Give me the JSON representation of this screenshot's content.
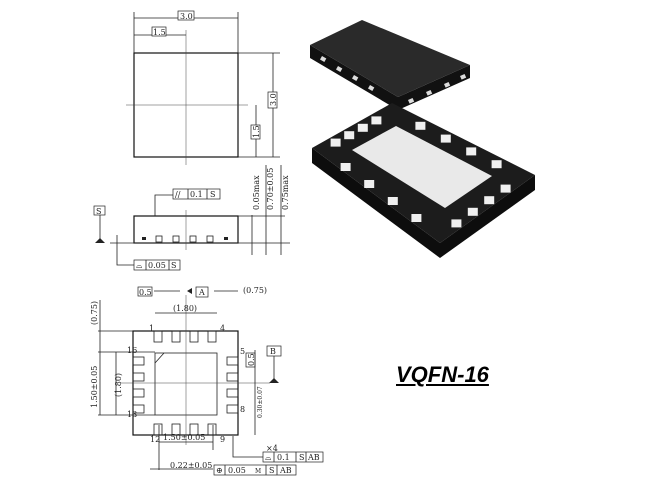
{
  "package_name": "VQFN-16",
  "top_view": {
    "width": "3.0",
    "half_width": "1.5",
    "height": "3.0",
    "half_height": "1.5"
  },
  "side_view": {
    "datum": "S",
    "parallelism": {
      "symbol": "//",
      "value": "0.1",
      "datum": "S"
    },
    "flatness": {
      "value": "0.05",
      "datum": "S"
    },
    "standoff": "0.05max",
    "body_thickness": "0.70±0.05",
    "max_height": "0.75max"
  },
  "bottom_view": {
    "pitch": "0.5",
    "datum_a": "A",
    "datum_b": "B",
    "edge_top": "(0.75)",
    "edge_left": "(0.75)",
    "pad_span_x": "(1.80)",
    "pad_span_y": "(1.80)",
    "epad_height": "1.50±0.05",
    "epad_width": "1.50±0.05",
    "lead_width": "0.22±0.05",
    "lead_length": "0.30±0.07",
    "pitch_right": "0.5",
    "pin_labels": [
      "1",
      "4",
      "5",
      "8",
      "9",
      "12",
      "13",
      "16"
    ],
    "count": "×4",
    "profile_tol": {
      "value": "0.1",
      "d1": "S",
      "d2": "AB"
    },
    "position_tol": {
      "value": "0.05",
      "mod": "M",
      "d1": "S",
      "d2": "AB"
    }
  }
}
